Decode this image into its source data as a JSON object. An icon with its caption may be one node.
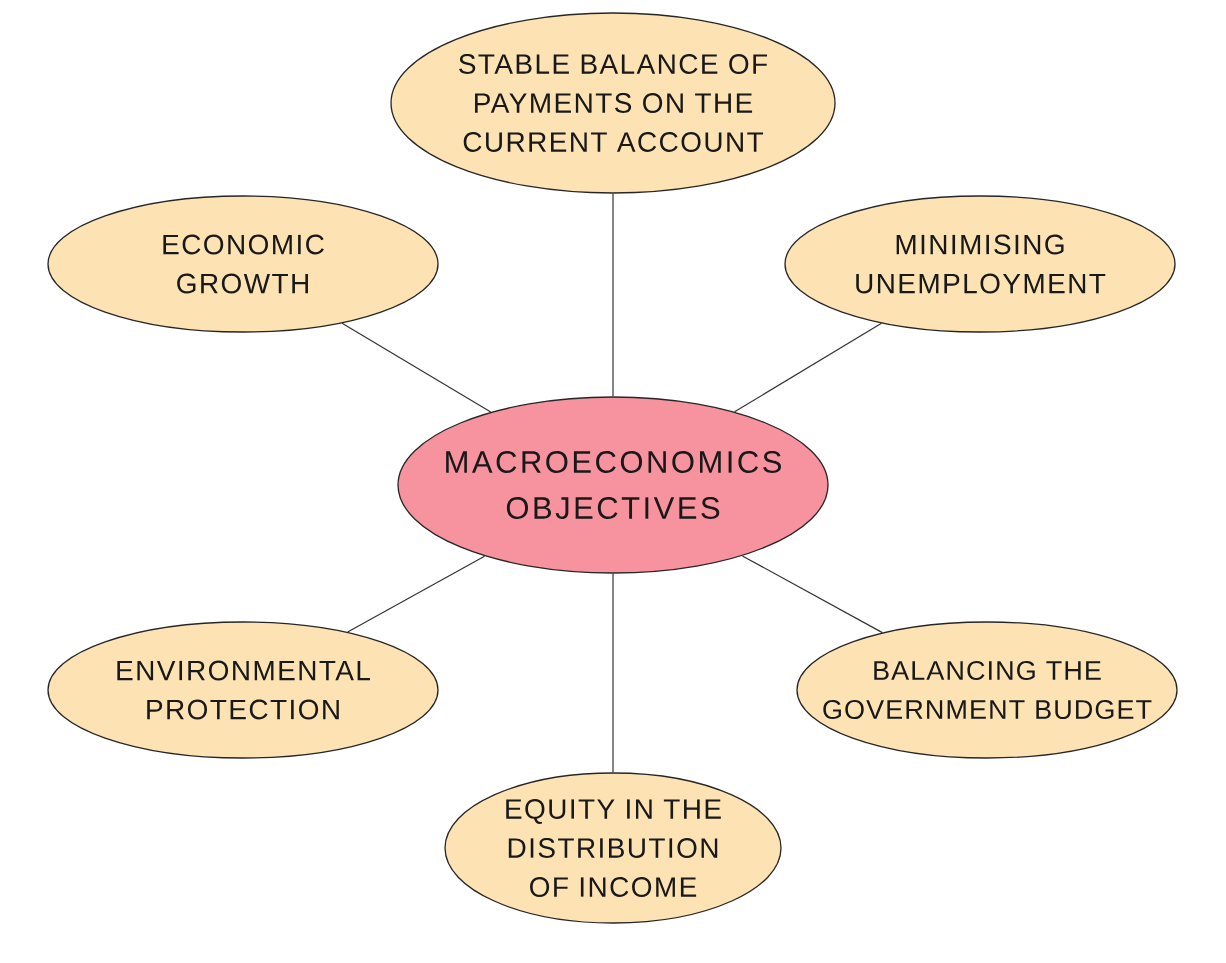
{
  "diagram": {
    "nodes": [
      {
        "text": [
          "STABLE BALANCE OF PAYMENTS ON THE CURRENT ACCOUNT"
        ]
      },
      {
        "text": [
          "ECONOMIC GROWTH"
        ]
      },
      {
        "text": [
          "MINIMISING UNEMPLOYMENT"
        ]
      },
      {
        "text": [
          "MACROECONOMICS OBJECTIVES"
        ]
      },
      {
        "text": [
          "ENVIRONMENTAL PROTECTION"
        ]
      },
      {
        "text": [
          "BALANCING THE GOVERNMENT BUDGET"
        ]
      },
      {
        "text": [
          "EQUITY IN THE DISTRIBUTION OF INCOME"
        ]
      }
    ],
    "edges": [
      {
        "from": 3,
        "to": 0,
        "arrow": "none"
      },
      {
        "from": 3,
        "to": 1,
        "arrow": "none"
      },
      {
        "from": 3,
        "to": 2,
        "arrow": "none"
      },
      {
        "from": 3,
        "to": 4,
        "arrow": "none"
      },
      {
        "from": 3,
        "to": 5,
        "arrow": "none"
      },
      {
        "from": 3,
        "to": 6,
        "arrow": "none"
      }
    ]
  }
}
